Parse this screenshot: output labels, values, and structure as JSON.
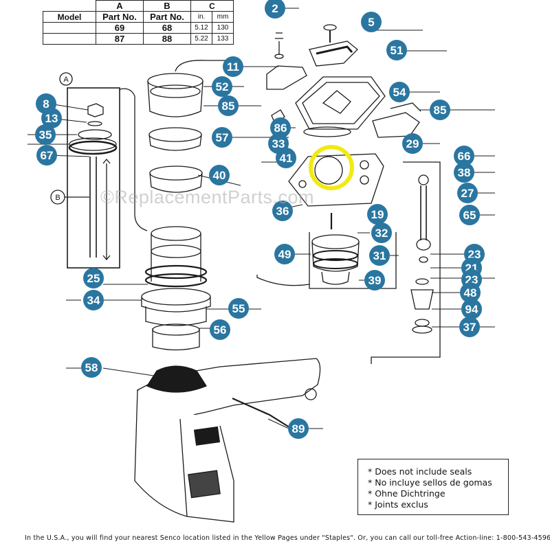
{
  "table": {
    "header_letters": [
      "A",
      "B",
      "C"
    ],
    "header_row2": [
      "Model",
      "Part No.",
      "Part No.",
      "in.",
      "mm"
    ],
    "rows": [
      [
        "",
        "69",
        "68",
        "5.12",
        "130"
      ],
      [
        "",
        "87",
        "88",
        "5.22",
        "133"
      ]
    ]
  },
  "detail_labels": {
    "a": "A",
    "b": "B"
  },
  "callouts": [
    {
      "num": "2"
    },
    {
      "num": "5"
    },
    {
      "num": "51"
    },
    {
      "num": "11"
    },
    {
      "num": "52"
    },
    {
      "num": "85"
    },
    {
      "num": "54"
    },
    {
      "num": "85"
    },
    {
      "num": "8"
    },
    {
      "num": "13"
    },
    {
      "num": "35"
    },
    {
      "num": "67"
    },
    {
      "num": "86"
    },
    {
      "num": "33"
    },
    {
      "num": "57"
    },
    {
      "num": "29"
    },
    {
      "num": "41"
    },
    {
      "num": "66"
    },
    {
      "num": "38"
    },
    {
      "num": "40"
    },
    {
      "num": "27"
    },
    {
      "num": "36"
    },
    {
      "num": "19"
    },
    {
      "num": "65"
    },
    {
      "num": "32"
    },
    {
      "num": "49"
    },
    {
      "num": "31"
    },
    {
      "num": "23"
    },
    {
      "num": "21"
    },
    {
      "num": "23"
    },
    {
      "num": "39"
    },
    {
      "num": "25"
    },
    {
      "num": "48"
    },
    {
      "num": "34"
    },
    {
      "num": "94"
    },
    {
      "num": "55"
    },
    {
      "num": "37"
    },
    {
      "num": "56"
    },
    {
      "num": "58"
    },
    {
      "num": "89"
    }
  ],
  "colors": {
    "callout_fill": "#2a76a0",
    "callout_text": "#ffffff",
    "highlight_ring": "#f2ea10",
    "line": "#1a1a1a"
  },
  "watermark": "©ReplacementParts.com",
  "notes": [
    "* Does not include seals",
    "* No incluye sellos de gomas",
    "* Ohne Dichtringe",
    "* Joints exclus"
  ],
  "footer": "In the U.S.A., you will find your nearest Senco location listed in the Yellow Pages under \"Staples\". Or, you can call our toll-free Action-line: 1-800-543-4596"
}
